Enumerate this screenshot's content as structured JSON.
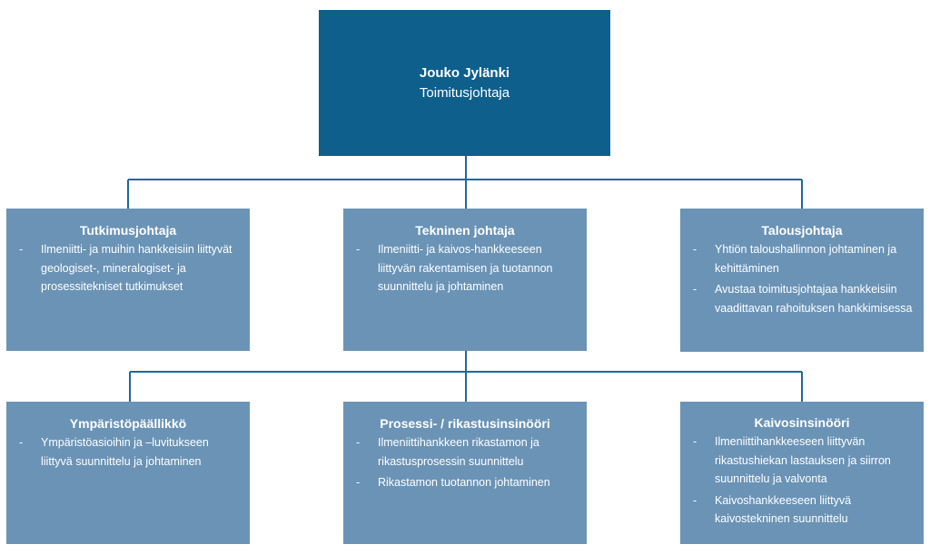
{
  "ceo": {
    "name": "Jouko Jylänki",
    "role": "Toimitusjohtaja"
  },
  "top_row": [
    {
      "title": "Tutkimusjohtaja",
      "items": [
        "Ilmeniitti- ja muihin hankkeisiin liittyvät geologiset-, mineralogiset- ja prosessitekniset tutkimukset"
      ]
    },
    {
      "title": "Tekninen johtaja",
      "items": [
        "Ilmeniitti- ja kaivos-hankkeeseen liittyvän rakentamisen ja tuotannon suunnittelu ja johtaminen"
      ]
    },
    {
      "title": "Talousjohtaja",
      "items": [
        "Yhtiön taloushallinnon johtaminen ja kehittäminen",
        "Avustaa toimitusjohtajaa hankkeisiin vaadittavan rahoituksen hankkimisessa"
      ]
    }
  ],
  "bottom_row": [
    {
      "title": "Ympäristöpäällikkö",
      "items": [
        "Ympäristöasioihin ja –luvitukseen liittyvä suunnittelu ja johtaminen"
      ]
    },
    {
      "title": "Prosessi- / rikastusinsinööri",
      "items": [
        "Ilmeniittihankkeen rikastamon ja rikastusprosessin suunnittelu",
        "Rikastamon tuotannon johtaminen"
      ]
    },
    {
      "title": "Kaivosinsinööri",
      "items": [
        "Ilmeniittihankkeeseen liittyvän rikastushiekan lastauksen ja siirron suunnittelu ja valvonta",
        "Kaivoshankkeeseen liittyvä kaivostekninen suunnittelu"
      ]
    }
  ],
  "colors": {
    "ceo_box": "#0e5f8c",
    "node_box": "#6a93b6",
    "connector": "#1f6a96",
    "text": "#ffffff"
  }
}
